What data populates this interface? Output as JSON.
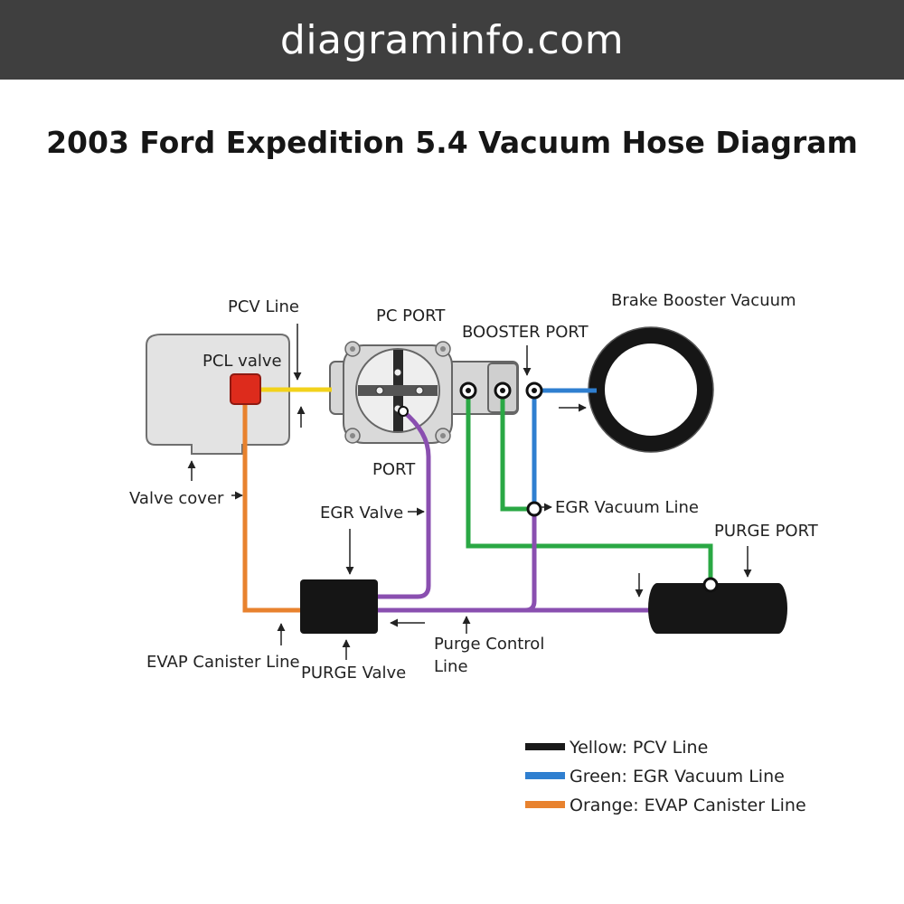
{
  "site": {
    "name": "diagraminfo.com"
  },
  "title": "2003 Ford Expedition 5.4 Vacuum Hose Diagram",
  "labels": {
    "pcv_line": "PCV Line",
    "pcl_valve": "PCL valve",
    "pc_port": "PC PORT",
    "booster_port": "BOOSTER PORT",
    "brake_booster": "Brake Booster Vacuum",
    "port": "PORT",
    "valve_cover": "Valve cover",
    "egr_valve": "EGR Valve",
    "egr_vacuum_line": "EGR Vacuum Line",
    "purge_port": "PURGE PORT",
    "evap_canister_line": "EVAP Canister Line",
    "purge_valve": "PURGE Valve",
    "purge_control_line_1": "Purge Control",
    "purge_control_line_2": "Line"
  },
  "legend": [
    {
      "label": "Yellow:",
      "text": " PCV Line",
      "swatch_color": "#1a1a1a"
    },
    {
      "label": "Green:",
      "text": " EGR Vacuum Line",
      "swatch_color": "#2f7fd0"
    },
    {
      "label": "Orange:",
      "text": " EVAP Canister Line",
      "swatch_color": "#e8822e"
    }
  ],
  "colors": {
    "pcv_line": "#f2d21b",
    "green_line": "#2aa844",
    "blue_line": "#2f7fd0",
    "orange_line": "#e8822e",
    "purple_line": "#8a4fb0",
    "pcl_valve": "#dd2b1c",
    "header_bg": "#3f3f3f"
  }
}
